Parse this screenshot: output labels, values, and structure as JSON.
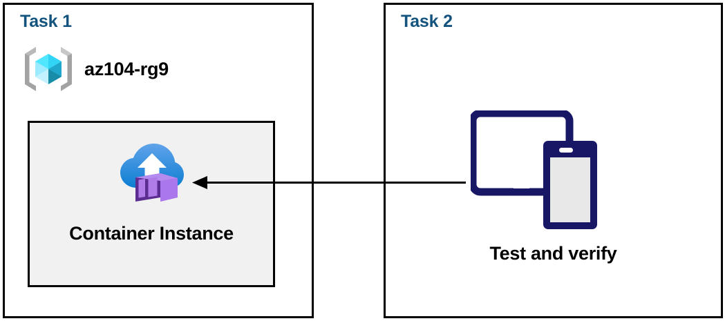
{
  "diagram": {
    "panels": [
      {
        "id": "task1",
        "title": "Task 1",
        "resource_group": {
          "icon": "azure-resource-group-icon",
          "label": "az104-rg9"
        },
        "resource": {
          "icon": "azure-container-instance-icon",
          "label": "Container Instance"
        }
      },
      {
        "id": "task2",
        "title": "Task 2",
        "item": {
          "icon": "tablet-and-phone-devices-icon",
          "label": "Test and verify"
        }
      }
    ],
    "connector": {
      "name": "arrow-task2-to-container-instance",
      "direction": "right-to-left",
      "style": "solid"
    },
    "colors": {
      "task_title": "#13537d",
      "panel_border": "#000000",
      "resource_box_fill": "#f1f1f1",
      "label_text": "#000000",
      "device_navy": "#171766",
      "cloud_blue_light": "#5ea0e8",
      "cloud_blue_dark": "#0f7fd4",
      "container_purple_light": "#ae7bee",
      "container_purple_dark": "#5c2d91",
      "resource_group_gray": "#a3a3a3",
      "resource_group_cube_cyan": "#50e6ff"
    }
  }
}
